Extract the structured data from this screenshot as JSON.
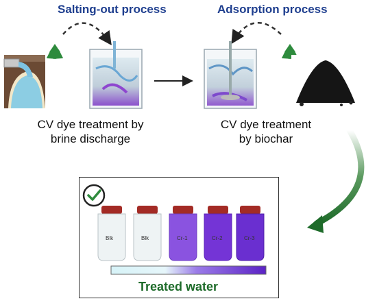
{
  "salting": {
    "title": "Salting-out process",
    "caption_line1": "CV dye treatment by",
    "caption_line2": "brine discharge"
  },
  "adsorption": {
    "title": "Adsorption process",
    "caption_line1": "CV dye treatment",
    "caption_line2": "by biochar"
  },
  "result": {
    "label": "Treated water",
    "bottle_labels": [
      "Blk",
      "Blk",
      "Cr-1",
      "Cr-2",
      "Cr-3"
    ]
  },
  "colors": {
    "title_blue": "#1f3f8f",
    "recycle_green": "#2e8b3d",
    "flow_green": "#1e6b2a",
    "dye_purple": "#6a2fd0"
  },
  "icons": [
    "recycle-icon",
    "checkmark-icon",
    "arrow-right-icon"
  ]
}
